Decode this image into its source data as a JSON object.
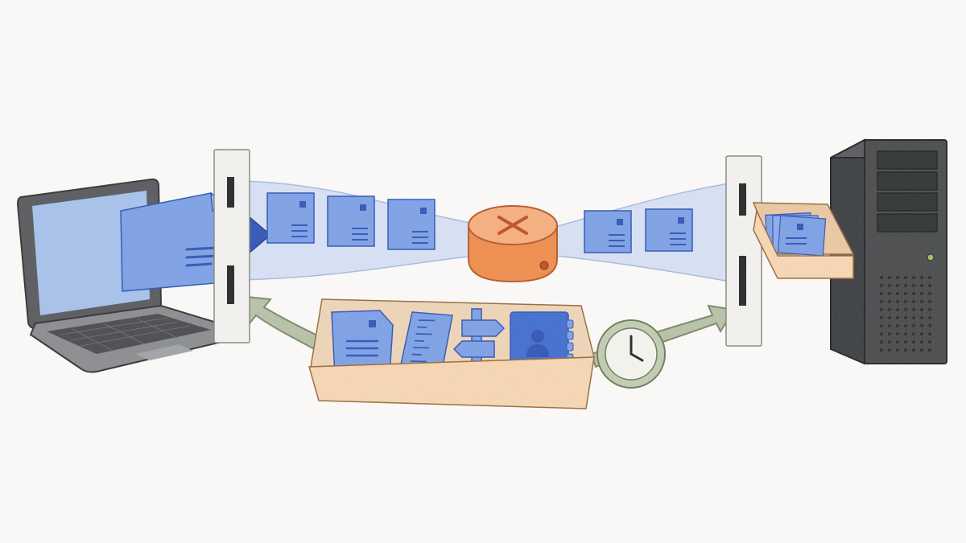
{
  "diagram": {
    "nodes": [
      {
        "id": "client",
        "icon": "laptop-icon"
      },
      {
        "id": "client-port",
        "icon": "port-slot-icon"
      },
      {
        "id": "router",
        "icon": "router-icon"
      },
      {
        "id": "server-port",
        "icon": "port-slot-icon"
      },
      {
        "id": "server",
        "icon": "server-tower-icon"
      },
      {
        "id": "receive-buffer",
        "icon": "open-drawer-icon"
      },
      {
        "id": "connection-state",
        "icon": "tray-icon"
      },
      {
        "id": "timer",
        "icon": "clock-icon"
      }
    ],
    "state_items": [
      "document-icon",
      "sequence-ruler-icon",
      "signpost-icon",
      "address-book-icon"
    ],
    "packets_before_router": 3,
    "packets_after_router": 2,
    "colors": {
      "paper": "#f9f8f6",
      "packet_blue": "#7fa3e6",
      "packet_dark": "#2f56b8",
      "pipe": "#cbd8f1",
      "router_orange": "#ef8f4e",
      "tray_peach": "#f7d7b4",
      "arrow_sage": "#b8c3a8",
      "server_gray": "#4a4b4e",
      "laptop_gray": "#5a5c5f"
    }
  }
}
